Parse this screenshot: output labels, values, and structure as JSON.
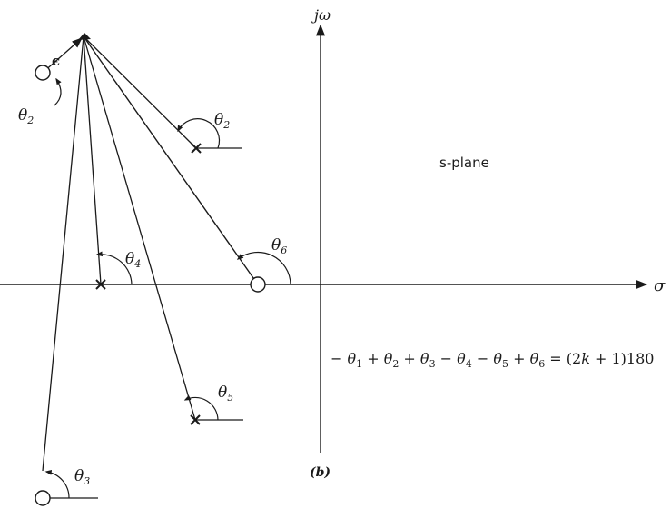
{
  "diagram": {
    "axes": {
      "imag_label": "jω",
      "real_label": "σ"
    },
    "plane_label": "s-plane",
    "epsilon_label": "ϵ",
    "angles": {
      "theta2_zero": {
        "main": "θ",
        "sub": "2"
      },
      "theta2_pole": {
        "main": "θ",
        "sub": "2"
      },
      "theta3": {
        "main": "θ",
        "sub": "3"
      },
      "theta4": {
        "main": "θ",
        "sub": "4"
      },
      "theta5": {
        "main": "θ",
        "sub": "5"
      },
      "theta6": {
        "main": "θ",
        "sub": "6"
      }
    },
    "equation": {
      "t1": "− θ",
      "s1": "1",
      "t2": " + θ",
      "s2": "2",
      "t3": " + θ",
      "s3": "3",
      "t4": " − θ",
      "s4": "4",
      "t5": " − θ",
      "s5": "5",
      "t6": " + θ",
      "s6": "6",
      "t7": " = (2",
      "k": "k",
      "t8": " + 1)180"
    },
    "figure_label": "(b)",
    "colors": {
      "ink": "#1a1a1a",
      "background": "#ffffff"
    }
  }
}
